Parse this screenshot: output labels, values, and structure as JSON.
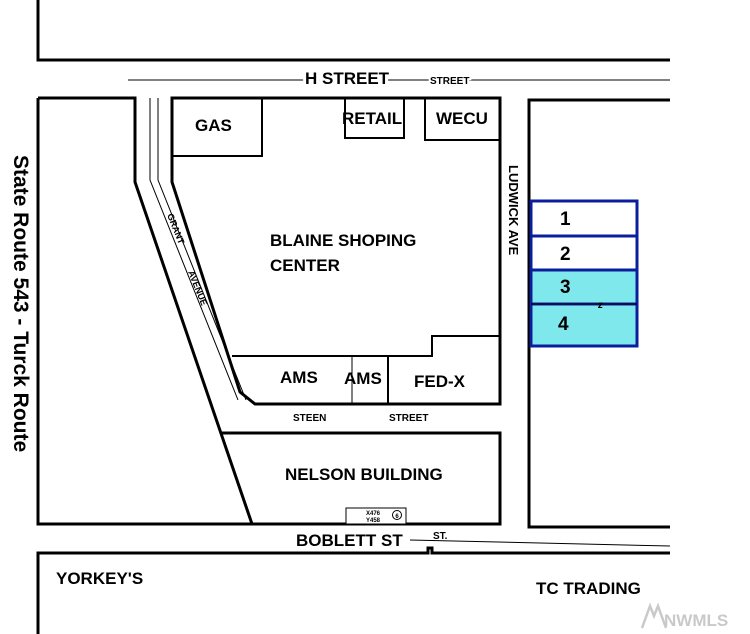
{
  "streets": {
    "h_street": "H STREET",
    "h_street_small": "STREET",
    "state_route": "State Route 543 - Turck Route",
    "grant": "GRANT",
    "avenue": "AVENUE",
    "ludwick": "LUDWICK AVE",
    "steen": "STEEN",
    "steen_street": "STREET",
    "boblett": "BOBLETT ST",
    "boblett_st": "ST."
  },
  "buildings": {
    "gas": "GAS",
    "retail": "RETAIL",
    "wecu": "WECU",
    "shopping_line1": "BLAINE SHOPING",
    "shopping_line2": "CENTER",
    "ams1": "AMS",
    "ams2": "AMS",
    "fedx": "FED-X",
    "nelson": "NELSON BUILDING",
    "yorkeys": "YORKEY'S",
    "tc_trading": "TC TRADING"
  },
  "marker": {
    "x": "X476",
    "y": "Y458",
    "badge": "6"
  },
  "lots": [
    {
      "label": "1",
      "highlighted": false
    },
    {
      "label": "2",
      "highlighted": false
    },
    {
      "label": "3",
      "highlighted": true
    },
    {
      "label": "4",
      "highlighted": true
    }
  ],
  "lot_break_mark": "z",
  "watermark": "NWMLS",
  "colors": {
    "lot_outline": "#0b1f9e",
    "lot_highlight": "#7fe8ec",
    "line": "#000000"
  }
}
